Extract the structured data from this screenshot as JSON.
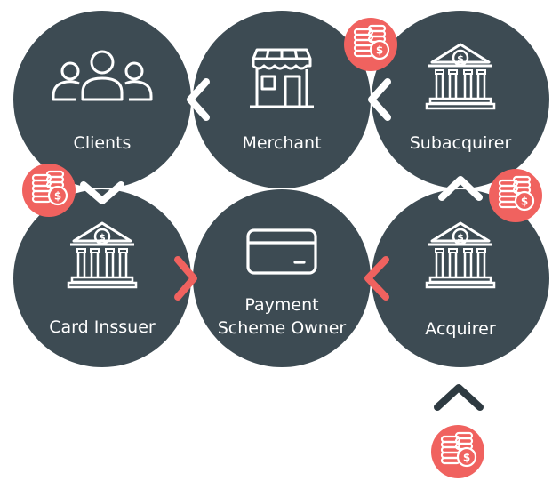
{
  "nodes": {
    "clients": {
      "label": "Clients",
      "icon": "people-icon"
    },
    "merchant": {
      "label": "Merchant",
      "icon": "storefront-icon"
    },
    "subacquirer": {
      "label": "Subacquirer",
      "icon": "bank-icon"
    },
    "card_issuer": {
      "label": "Card Inssuer",
      "icon": "bank-icon"
    },
    "payment_scheme_owner": {
      "label_line1": "Payment",
      "label_line2": "Scheme Owner",
      "icon": "credit-card-icon"
    },
    "acquirer": {
      "label": "Acquirer",
      "icon": "bank-icon"
    }
  },
  "colors": {
    "circle": "#3d4b53",
    "accent": "#f0625f",
    "background": "#ffffff",
    "text": "#ffffff",
    "chevron_white": "#ffffff",
    "chevron_dark": "#2e3a41"
  }
}
